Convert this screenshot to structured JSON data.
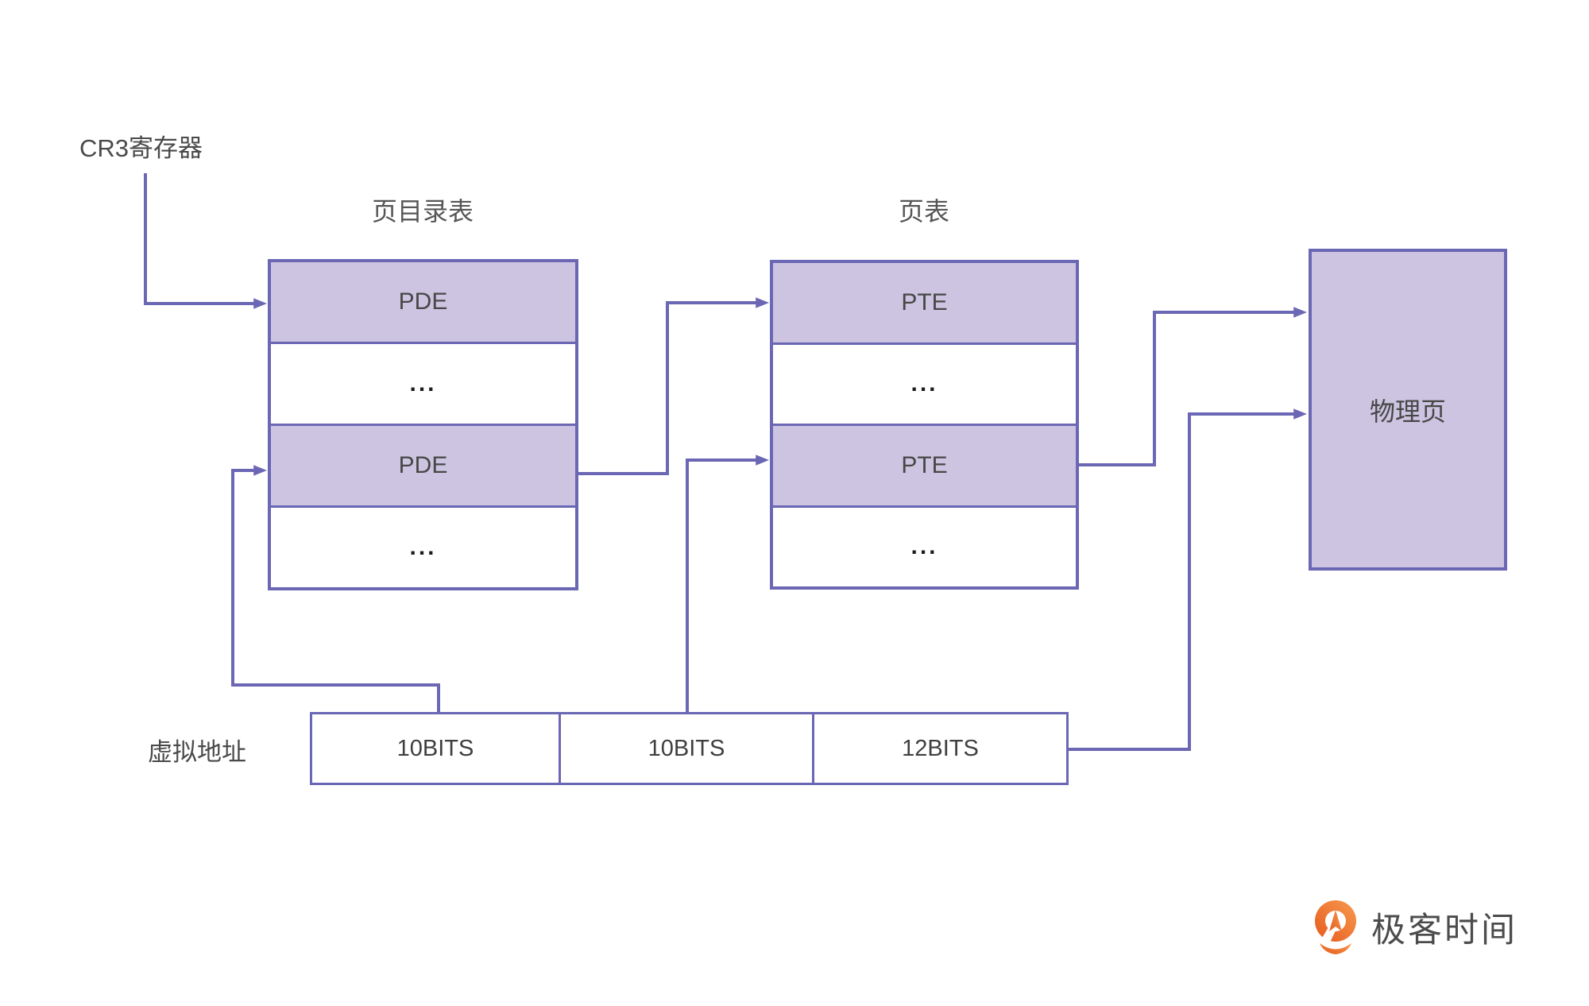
{
  "diagram": {
    "cr3_label": "CR3寄存器",
    "directory_table": {
      "title": "页目录表",
      "rows": [
        {
          "label": "PDE"
        },
        {
          "label": "..."
        },
        {
          "label": "PDE"
        },
        {
          "label": "..."
        }
      ]
    },
    "page_table": {
      "title": "页表",
      "rows": [
        {
          "label": "PTE"
        },
        {
          "label": "..."
        },
        {
          "label": "PTE"
        },
        {
          "label": "..."
        }
      ]
    },
    "physical_page_label": "物理页",
    "virtual_address": {
      "label": "虚拟地址",
      "fields": [
        "10BITS",
        "10BITS",
        "12BITS"
      ]
    },
    "logo": {
      "text": "极客时间",
      "icon": "geektime-pin-icon",
      "orange": "#ec6b24"
    },
    "colors": {
      "line": "#6b67b4",
      "cell_fill": "#ccc4e0",
      "text": "#4a4a4a"
    }
  }
}
